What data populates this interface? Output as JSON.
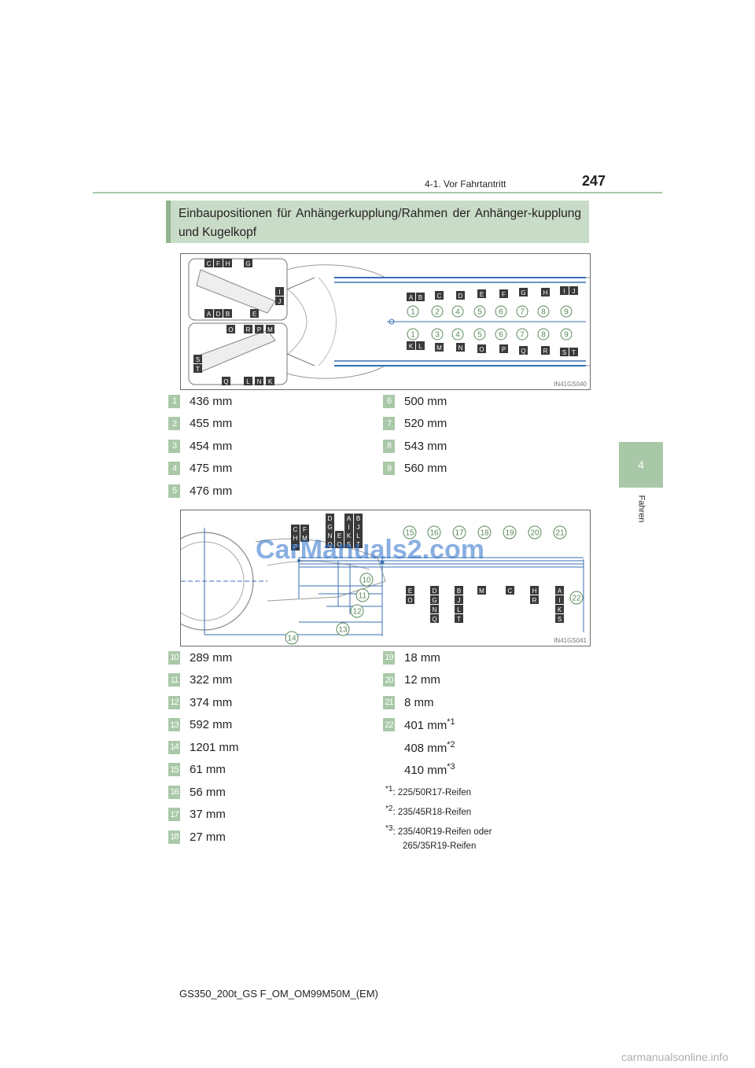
{
  "header": {
    "section": "4-1. Vor Fahrtantritt",
    "page": "247"
  },
  "side_tab": {
    "number": "4",
    "label": "Fahren"
  },
  "title": "Einbaupositionen für Anhängerkupplung/Rahmen der Anhänger-kupplung und Kugelkopf",
  "figure1": {
    "code": "IN41GS040",
    "callouts_top_detail": [
      "C",
      "F",
      "H",
      "G",
      "I",
      "J",
      "A",
      "D",
      "B",
      "E"
    ],
    "callouts_bottom_detail": [
      "O",
      "R",
      "P",
      "M",
      "S",
      "T",
      "Q",
      "L",
      "N",
      "K"
    ],
    "top_letters_row1": [
      "A",
      "B",
      "C",
      "D",
      "E",
      "F",
      "G",
      "H",
      "I",
      "J"
    ],
    "top_numbers": [
      "1",
      "2",
      "4",
      "5",
      "6",
      "7",
      "8",
      "9"
    ],
    "bottom_numbers": [
      "1",
      "3",
      "4",
      "5",
      "6",
      "7",
      "8",
      "9"
    ],
    "bottom_letters": [
      "K",
      "L",
      "M",
      "N",
      "O",
      "P",
      "Q",
      "R",
      "S",
      "T"
    ]
  },
  "measurements1_left": [
    {
      "num": "1",
      "value": "436 mm"
    },
    {
      "num": "2",
      "value": "455 mm"
    },
    {
      "num": "3",
      "value": "454 mm"
    },
    {
      "num": "4",
      "value": "475 mm"
    },
    {
      "num": "5",
      "value": "476 mm"
    }
  ],
  "measurements1_right": [
    {
      "num": "6",
      "value": "500 mm"
    },
    {
      "num": "7",
      "value": "520 mm"
    },
    {
      "num": "8",
      "value": "543 mm"
    },
    {
      "num": "9",
      "value": "560 mm"
    }
  ],
  "figure2": {
    "code": "IN41GS041",
    "left_stack": [
      "C",
      "F",
      "H",
      "M",
      "P"
    ],
    "mid_stack": [
      "D",
      "G",
      "N",
      "E",
      "Q",
      "O"
    ],
    "right_stack": [
      "A",
      "B",
      "I",
      "J",
      "K",
      "L",
      "S",
      "T"
    ],
    "top_numbers": [
      "15",
      "16",
      "17",
      "18",
      "19",
      "20",
      "21"
    ],
    "dim_numbers": [
      "10",
      "11",
      "12",
      "13",
      "14",
      "22"
    ],
    "lower_groups": [
      [
        "E",
        "O"
      ],
      [
        "D",
        "G",
        "N",
        "Q"
      ],
      [
        "B",
        "J",
        "L",
        "T"
      ],
      [
        "M"
      ],
      [
        "C"
      ],
      [
        "H",
        "R"
      ],
      [
        "A",
        "I",
        "K",
        "S"
      ]
    ]
  },
  "measurements2_left": [
    {
      "num": "10",
      "value": "289 mm"
    },
    {
      "num": "11",
      "value": "322 mm"
    },
    {
      "num": "12",
      "value": "374 mm"
    },
    {
      "num": "13",
      "value": "592 mm"
    },
    {
      "num": "14",
      "value": "1201 mm"
    },
    {
      "num": "15",
      "value": "61 mm"
    },
    {
      "num": "16",
      "value": "56 mm"
    },
    {
      "num": "17",
      "value": "37 mm"
    },
    {
      "num": "18",
      "value": "27 mm"
    }
  ],
  "measurements2_right": [
    {
      "num": "19",
      "value": "18 mm"
    },
    {
      "num": "20",
      "value": "12 mm"
    },
    {
      "num": "21",
      "value": "8 mm"
    },
    {
      "num": "22",
      "value": "401 mm",
      "sup": "*1"
    }
  ],
  "extra_values": [
    {
      "value": "408 mm",
      "sup": "*2"
    },
    {
      "value": "410 mm",
      "sup": "*3"
    }
  ],
  "footnotes": [
    {
      "mark": "*1",
      "text": ": 225/50R17-Reifen"
    },
    {
      "mark": "*2",
      "text": ": 235/45R18-Reifen"
    },
    {
      "mark": "*3",
      "text": ": 235/40R19-Reifen oder"
    }
  ],
  "footnote_continuation": "265/35R19-Reifen",
  "footer": "GS350_200t_GS F_OM_OM99M50M_(EM)",
  "watermarks": {
    "main": "CarManuals2.com",
    "bottom": "carmanualsonline.info"
  },
  "colors": {
    "accent_green": "#a9c8a8",
    "title_bg": "#c9dcc8",
    "line_blue": "#3a6fb5"
  }
}
